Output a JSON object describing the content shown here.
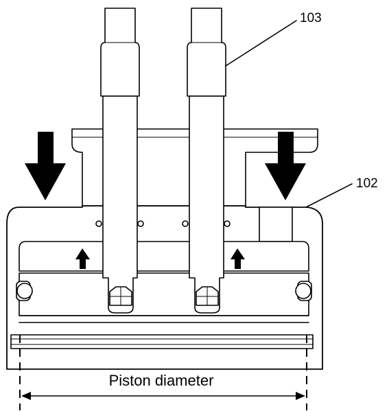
{
  "labels": {
    "part_103": "103",
    "part_102": "102",
    "dimension": "Piston diameter"
  },
  "colors": {
    "line": "#000000",
    "background": "#ffffff"
  }
}
